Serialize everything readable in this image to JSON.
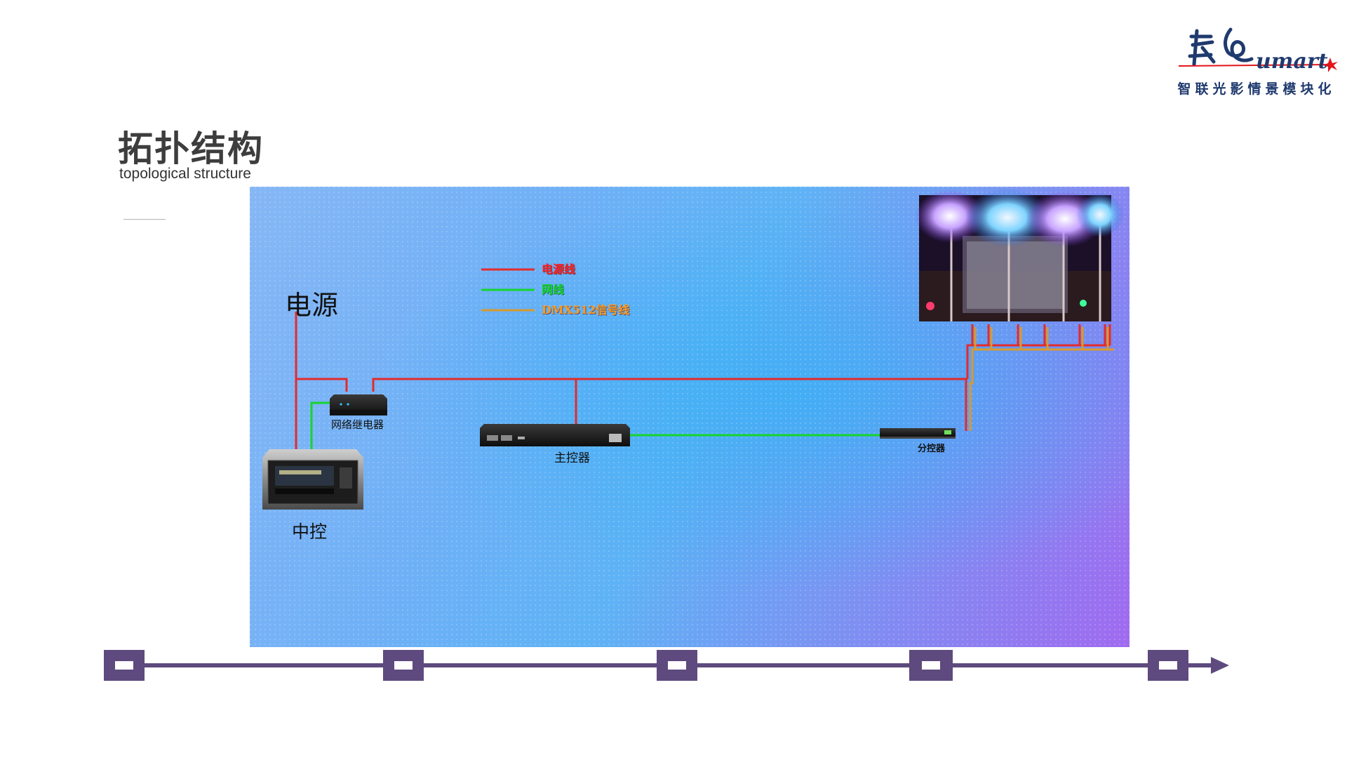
{
  "logo": {
    "tagline": "智联光影情景模块化",
    "latin": "umart",
    "colors": {
      "primary": "#1f3a6e",
      "accent": "#e3141b"
    },
    "icon": "umart-logo-mark"
  },
  "header": {
    "title": "拓扑结构",
    "subtitle": "topological structure"
  },
  "diagram": {
    "legend": [
      {
        "label": "电源线",
        "color": "#e32b2b"
      },
      {
        "label": "网线",
        "color": "#17d42d"
      },
      {
        "label": "DMX512信号线",
        "color": "#d99a2b"
      }
    ],
    "nodes": {
      "power": "电源",
      "relay": "网络继电器",
      "main_controller": "主控器",
      "splitter": "分控器",
      "central_control": "中控"
    },
    "colors": {
      "power_line": "#e32b2b",
      "network_line": "#17d42d",
      "dmx_line": "#d99a2b"
    },
    "scene_image": "led-tree-light-installation"
  },
  "timeline": {
    "color": "#5e4a7e",
    "markers": 5,
    "icon": "arrow-right-icon"
  }
}
